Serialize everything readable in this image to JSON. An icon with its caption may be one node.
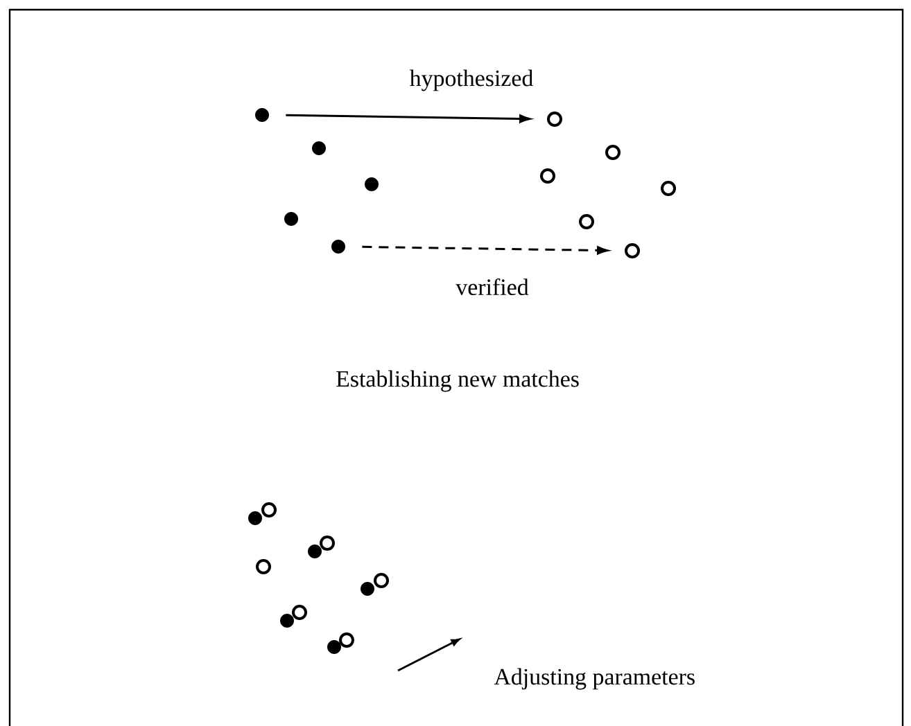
{
  "diagram": {
    "nodes": [
      {
        "text": [],
        "shape": "dot"
      },
      {
        "text": [],
        "shape": "circle"
      },
      {
        "text": [],
        "shape": "dot"
      },
      {
        "text": [],
        "shape": "circle"
      }
    ],
    "edges": [
      {
        "from": 0,
        "to": 1,
        "arrow": "to",
        "label": "hypothesized"
      },
      {
        "from": 2,
        "to": 3,
        "arrow": "to",
        "label": "verified",
        "style": "dashed"
      }
    ],
    "labels": [
      "Establishing new matches",
      "Adjusting parameters"
    ]
  }
}
